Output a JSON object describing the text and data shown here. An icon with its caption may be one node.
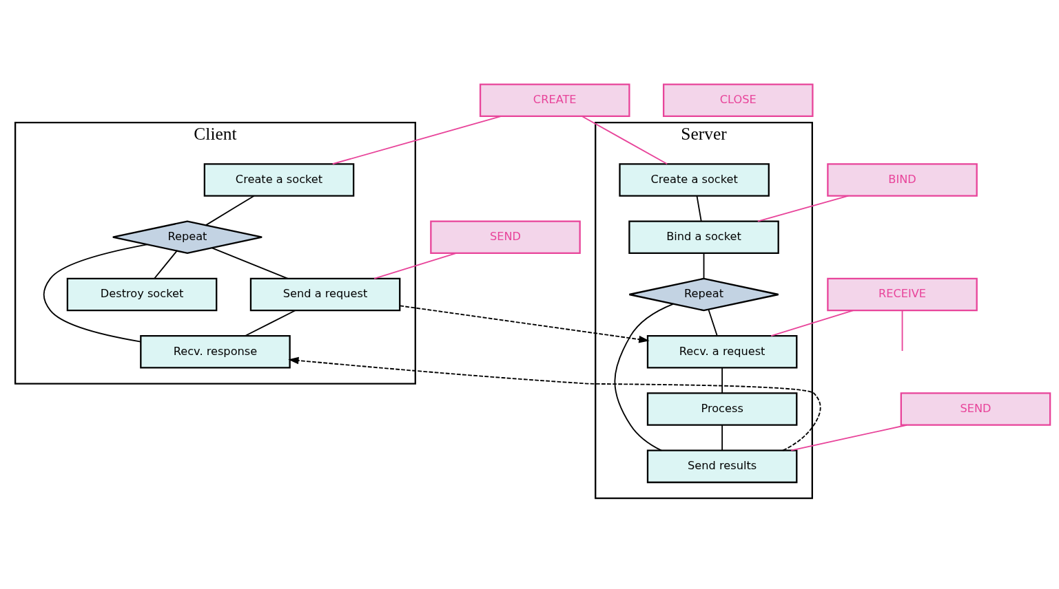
{
  "diagram": {
    "nodes": [
      {
        "text": [
          "Client"
        ]
      },
      {
        "text": [
          "Create a socket"
        ],
        "in": 0
      },
      {
        "text": [
          "Repeat"
        ],
        "in": 0
      },
      {
        "text": [
          "Send a request"
        ],
        "in": 0
      },
      {
        "text": [
          "Recv. response"
        ],
        "in": 0
      },
      {
        "text": [
          "Destroy socket"
        ],
        "in": 0
      },
      {
        "text": [
          "Server"
        ]
      },
      {
        "text": [
          "Create a socket"
        ],
        "in": 6
      },
      {
        "text": [
          "Bind a socket"
        ],
        "in": 6
      },
      {
        "text": [
          "Repeat"
        ],
        "in": 6
      },
      {
        "text": [
          "Recv. a request"
        ],
        "in": 6
      },
      {
        "text": [
          "Process"
        ],
        "in": 6
      },
      {
        "text": [
          "Send results"
        ],
        "in": 6
      },
      {
        "text": [
          "CREATE"
        ]
      },
      {
        "text": [
          "BIND"
        ]
      },
      {
        "text": [
          "SEND"
        ]
      },
      {
        "text": [
          "RECEIVE"
        ]
      },
      {
        "text": [
          "SEND"
        ]
      },
      {
        "text": [
          "CLOSE"
        ]
      }
    ],
    "edges": [
      {
        "from": 1,
        "to": 2,
        "arrow": "none"
      },
      {
        "from": 2,
        "to": 3,
        "arrow": "none"
      },
      {
        "from": 3,
        "to": 4,
        "arrow": "none"
      },
      {
        "from": 2,
        "to": 4,
        "arrow": "none"
      },
      {
        "from": 2,
        "to": 5,
        "arrow": "none"
      },
      {
        "from": 7,
        "to": 8,
        "arrow": "none"
      },
      {
        "from": 8,
        "to": 9,
        "arrow": "none"
      },
      {
        "from": 9,
        "to": 10,
        "arrow": "none"
      },
      {
        "from": 10,
        "to": 11,
        "arrow": "none"
      },
      {
        "from": 11,
        "to": 12,
        "arrow": "none"
      },
      {
        "from": 9,
        "to": 12,
        "arrow": "none"
      },
      {
        "from": 3,
        "to": 10,
        "arrow": "to",
        "style": "dashed"
      },
      {
        "from": 12,
        "to": 4,
        "arrow": "to",
        "style": "dashed"
      },
      {
        "from": 13,
        "to": 1,
        "arrow": "none",
        "color": "#e8449a"
      },
      {
        "from": 13,
        "to": 7,
        "arrow": "none",
        "color": "#e8449a"
      },
      {
        "from": 14,
        "to": 8,
        "arrow": "none",
        "color": "#e8449a"
      },
      {
        "from": 15,
        "to": 3,
        "arrow": "none",
        "color": "#e8449a"
      },
      {
        "from": 16,
        "to": 10,
        "arrow": "none",
        "color": "#e8449a"
      },
      {
        "from": 16,
        "to": null,
        "arrow": "none",
        "color": "#e8449a"
      },
      {
        "from": 17,
        "to": 12,
        "arrow": "none",
        "color": "#e8449a"
      }
    ]
  }
}
